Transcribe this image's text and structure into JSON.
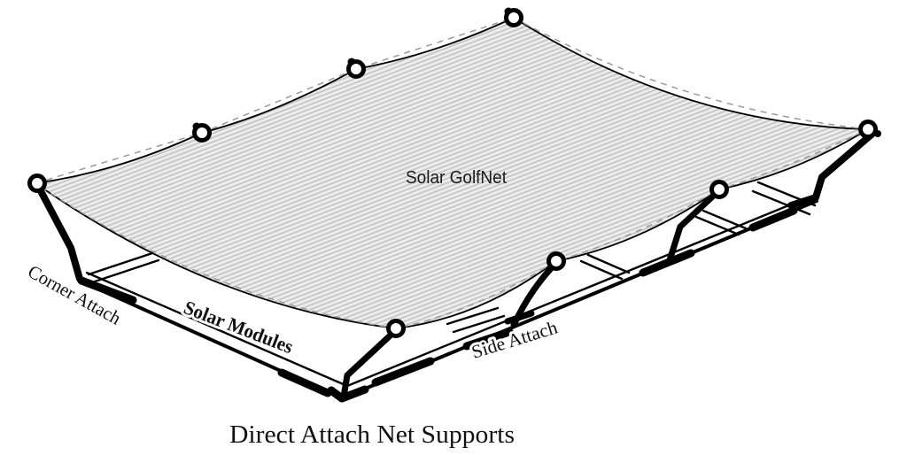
{
  "figure": {
    "net_label": "Solar GolfNet",
    "callouts": {
      "corner_attach": "Corner Attach",
      "solar_modules": "Solar Modules",
      "side_attach": "Side Attach"
    },
    "caption": "Direct Attach Net Supports",
    "colors": {
      "line": "#000000",
      "net_fill": "#ededed",
      "net_hatch": "#c3c3c3",
      "cable_dash": "#9a9a9a",
      "background": "#ffffff",
      "text": "#111111"
    },
    "attachment_rings": {
      "count": 8
    }
  }
}
